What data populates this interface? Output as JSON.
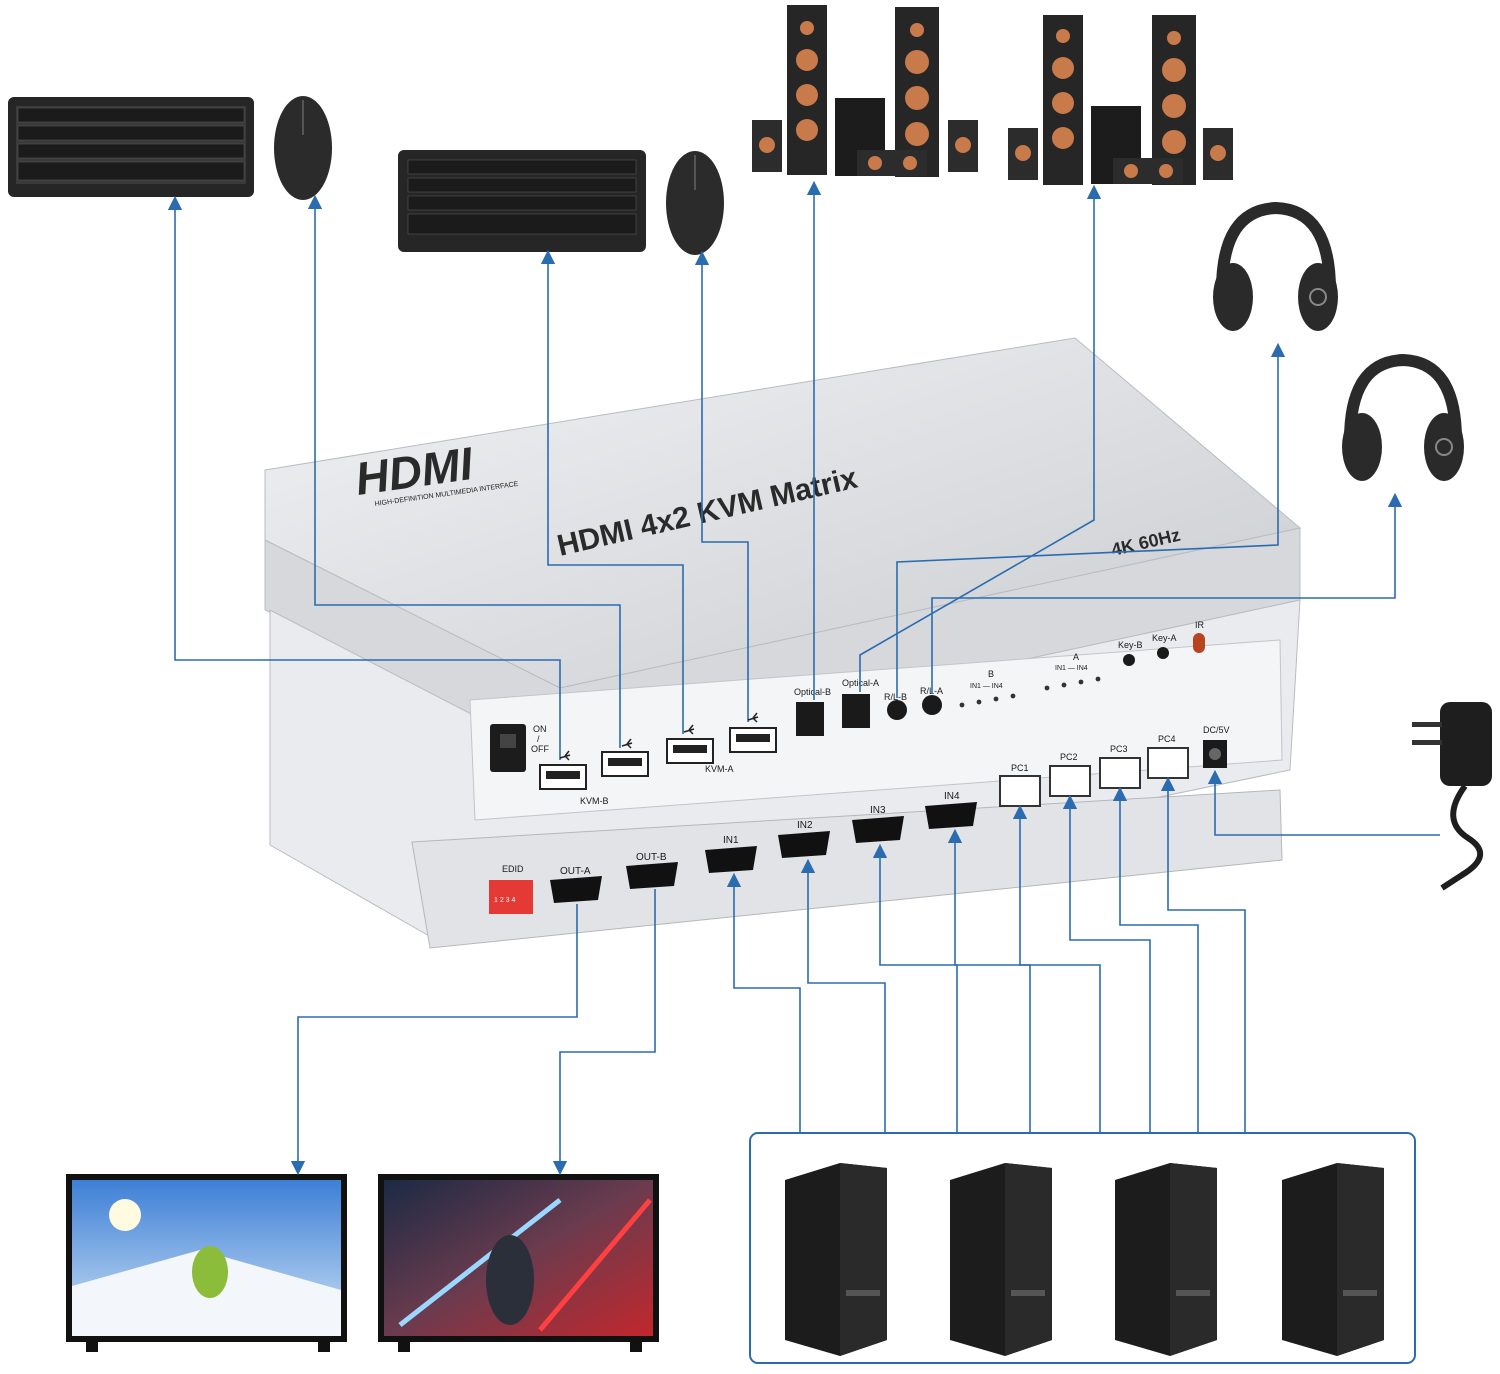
{
  "device": {
    "logo": "HDMI",
    "logo_tagline": "HIGH-DEFINITION MULTIMEDIA INTERFACE",
    "title": "HDMI 4x2 KVM Matrix",
    "spec": "4K 60Hz"
  },
  "front_panel": {
    "power_on": "ON",
    "power_slash": "/",
    "power_off": "OFF",
    "kvm_b": "KVM-B",
    "kvm_a": "KVM-A",
    "optical_b": "Optical-B",
    "optical_a": "Optical-A",
    "rl_b": "R/L-B",
    "rl_a": "R/L-A",
    "led_b": "B",
    "led_b_range": "IN1 — IN4",
    "led_a": "A",
    "led_a_range": "IN1 — IN4",
    "key_b": "Key-B",
    "key_a": "Key-A",
    "ir": "IR"
  },
  "rear_panel": {
    "edid": "EDID",
    "dip_text": "1 2 3 4",
    "out_a": "OUT-A",
    "out_b": "OUT-B",
    "in1": "IN1",
    "in2": "IN2",
    "in3": "IN3",
    "in4": "IN4",
    "pc1": "PC1",
    "pc2": "PC2",
    "pc3": "PC3",
    "pc4": "PC4",
    "dc": "DC/5V"
  },
  "icons": [
    "keyboard-icon",
    "mouse-icon",
    "speaker-system-icon",
    "headphones-icon",
    "power-adapter-icon",
    "monitor-icon",
    "pc-tower-icon",
    "usb-icon"
  ],
  "colors": {
    "connector_line": "#2b6cb0",
    "device_body": "#d9dbde",
    "device_panel": "#eceef0",
    "port": "#1a1a1a",
    "dip_switch": "#e53935"
  }
}
